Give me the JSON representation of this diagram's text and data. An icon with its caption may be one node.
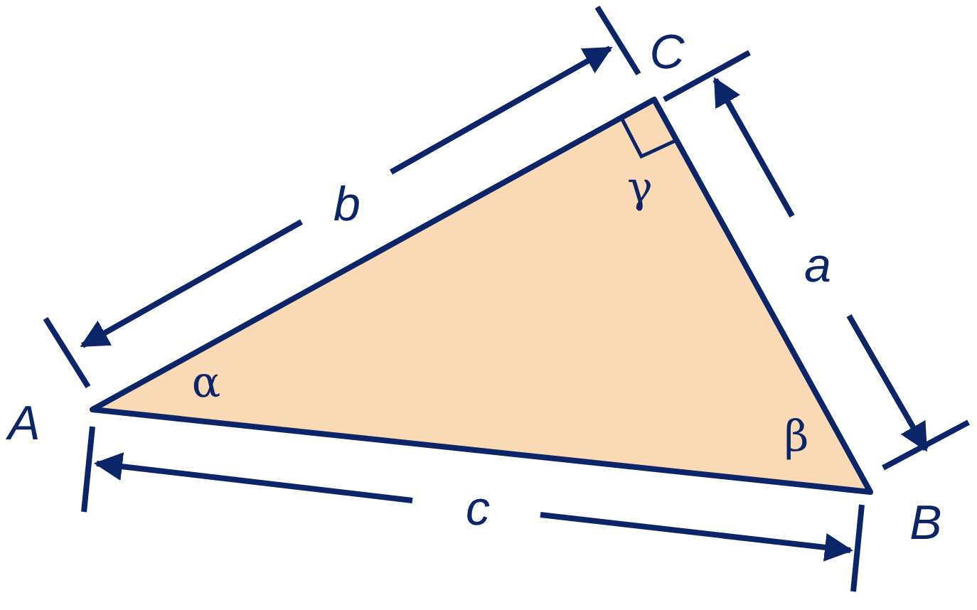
{
  "diagram": {
    "labels": [
      "C",
      "b",
      "γ",
      "a",
      "α",
      "A",
      "β",
      "c",
      "B"
    ]
  }
}
